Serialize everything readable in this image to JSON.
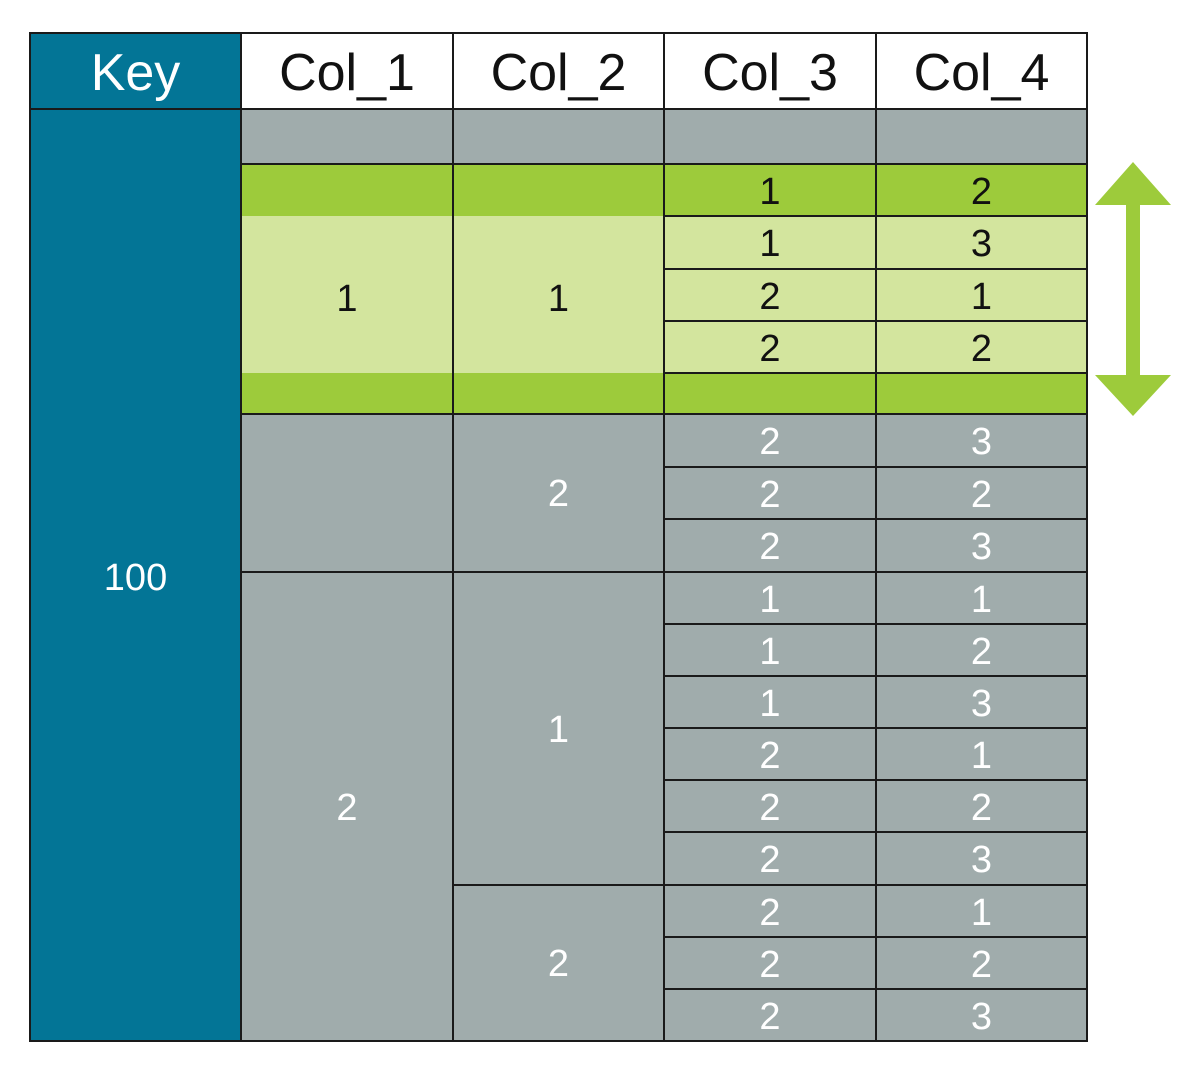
{
  "colors": {
    "key_teal": "#037596",
    "grey": "#a0acac",
    "green_bright": "#9dcb3b",
    "green_pale": "#d3e59e",
    "border": "#1a1a1a",
    "arrow": "#9dcb3b"
  },
  "header": {
    "key": "Key",
    "col1": "Col_1",
    "col2": "Col_2",
    "col3": "Col_3",
    "col4": "Col_4"
  },
  "key_value": "100",
  "highlight_group": {
    "col1": "1",
    "col2": "1",
    "rows": [
      {
        "col3": "1",
        "col4": "2"
      },
      {
        "col3": "1",
        "col4": "3"
      },
      {
        "col3": "2",
        "col4": "1"
      },
      {
        "col3": "2",
        "col4": "2"
      }
    ]
  },
  "group_a": {
    "col2": "2",
    "rows": [
      {
        "col3": "2",
        "col4": "3"
      },
      {
        "col3": "2",
        "col4": "2"
      },
      {
        "col3": "2",
        "col4": "3"
      }
    ]
  },
  "group_b": {
    "col1": "2",
    "sub1": {
      "col2": "1",
      "rows": [
        {
          "col3": "1",
          "col4": "1"
        },
        {
          "col3": "1",
          "col4": "2"
        },
        {
          "col3": "1",
          "col4": "3"
        },
        {
          "col3": "2",
          "col4": "1"
        },
        {
          "col3": "2",
          "col4": "2"
        },
        {
          "col3": "2",
          "col4": "3"
        }
      ]
    },
    "sub2": {
      "col2": "2",
      "rows": [
        {
          "col3": "2",
          "col4": "1"
        },
        {
          "col3": "2",
          "col4": "2"
        },
        {
          "col3": "2",
          "col4": "3"
        }
      ]
    }
  },
  "arrow_icon": "double-vertical-arrow-icon"
}
